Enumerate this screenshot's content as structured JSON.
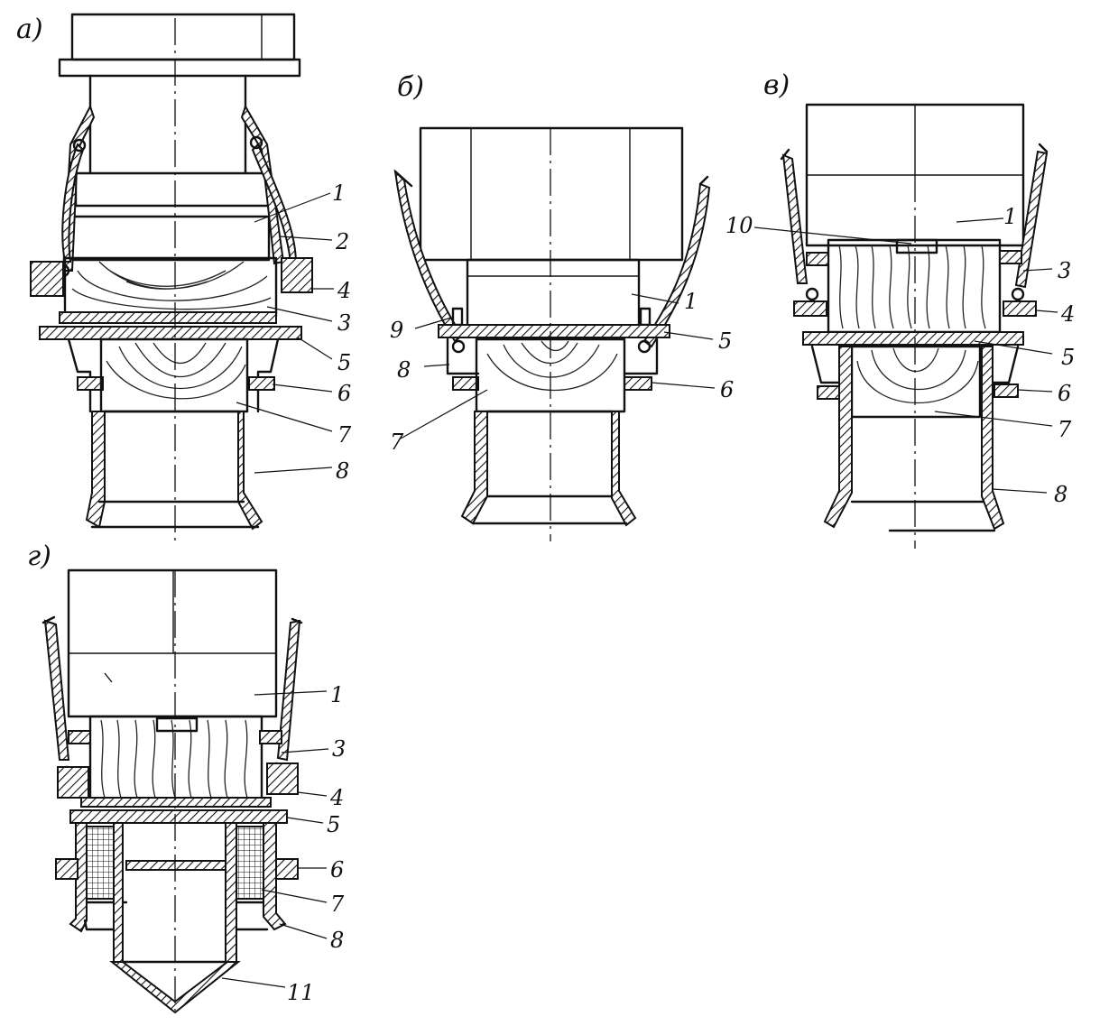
{
  "panels": [
    {
      "id": "a",
      "title": "а)",
      "labels": [
        "1",
        "2",
        "4",
        "3",
        "5",
        "6",
        "7",
        "8"
      ]
    },
    {
      "id": "b",
      "title": "б)",
      "labels": [
        "1",
        "9",
        "5",
        "8",
        "6",
        "7"
      ]
    },
    {
      "id": "v",
      "title": "в)",
      "labels": [
        "10",
        "1",
        "3",
        "4",
        "5",
        "6",
        "7",
        "8"
      ]
    },
    {
      "id": "g",
      "title": "г)",
      "labels": [
        "1",
        "3",
        "4",
        "5",
        "6",
        "7",
        "8",
        "11"
      ]
    }
  ]
}
